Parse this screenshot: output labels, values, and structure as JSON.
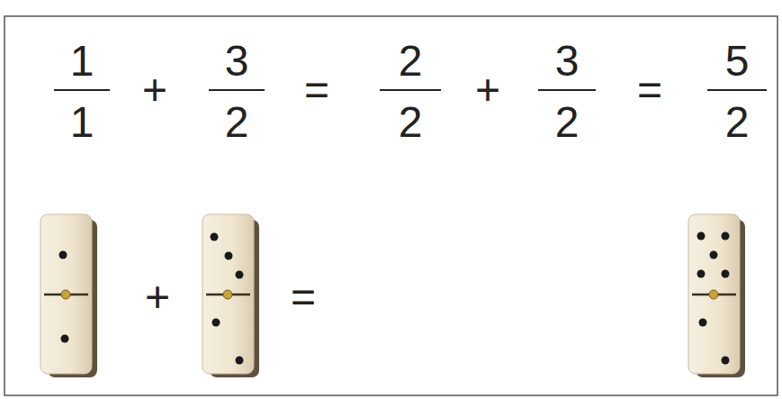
{
  "diagram": {
    "labels": [
      "1",
      "1",
      "+",
      "3",
      "2",
      "=",
      "2",
      "2",
      "+",
      "3",
      "2",
      "=",
      "5",
      "2",
      "+",
      "="
    ]
  }
}
